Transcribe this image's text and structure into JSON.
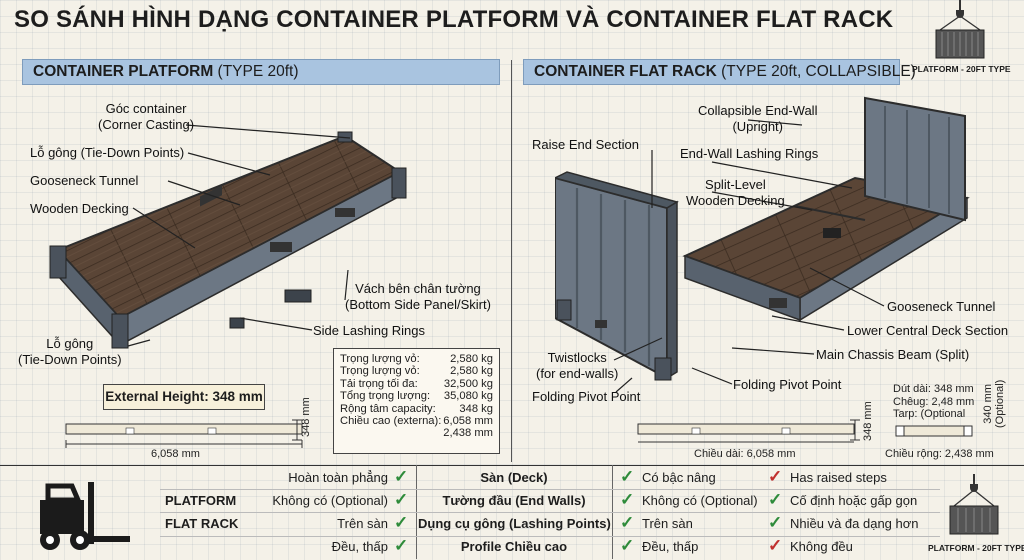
{
  "title": "SO SÁNH HÌNH DẠNG CONTAINER PLATFORM VÀ CONTAINER FLAT RACK",
  "platform": {
    "heading_bold": "CONTAINER PLATFORM",
    "heading_rest": " (TYPE 20ft)",
    "labels": {
      "corner": "Góc container\n(Corner Casting)",
      "tiedown_top": "Lỗ gông (Tie-Down Points)",
      "gooseneck": "Gooseneck Tunnel",
      "decking": "Wooden Decking",
      "skirt": "Vách bên chân tường\n(Bottom Side Panel/Skirt)",
      "side_rings": "Side Lashing Rings",
      "tiedown_bottom": "Lỗ gông\n(Tie-Down Points)"
    },
    "external_height": "External Height: 348 mm",
    "specs": [
      {
        "k": "Trọng lượng vỏ:",
        "v": "2,580 kg"
      },
      {
        "k": "Trọng lượng vỏ:",
        "v": "2,580 kg"
      },
      {
        "k": "Tải trọng tối đa:",
        "v": "32,500 kg"
      },
      {
        "k": "Tổng trọng lượng:",
        "v": "35,080 kg"
      },
      {
        "k": "Rộng tâm capacity:",
        "v": "348 kg"
      },
      {
        "k": "Chiều cao (externa):",
        "v": "6,058 mm"
      },
      {
        "k": "",
        "v": "2,438 mm"
      }
    ],
    "dim_length": "6,058 mm",
    "dim_height": "348 mm"
  },
  "flatrack": {
    "heading_bold": "CONTAINER FLAT RACK",
    "heading_rest": " (TYPE 20ft, COLLAPSIBLE)",
    "labels": {
      "collapsible": "Collapsible End-Wall\n(Upright)",
      "raise_end": "Raise End Section",
      "end_rings": "End-Wall Lashing Rings",
      "split_deck": "Split-Level\nWooden Decking",
      "gooseneck": "Gooseneck Tunnel",
      "lower_deck": "Lower Central Deck Section",
      "chassis": "Main Chassis Beam (Split)",
      "twistlocks": "Twistlocks\n(for end-walls)",
      "pivot_right": "Folding Pivot Point",
      "pivot_left": "Folding Pivot Point"
    },
    "dim_notes": "Dút dài: 348 mm\nChêug: 2,48 mm\nTarp: (Optional",
    "dim_vertical": "340 mm\n(Optional)",
    "dim_length": "Chiều dài: 6,058 mm",
    "dim_height": "348 mm",
    "dim_width": "Chiều rộng: 2,438 mm"
  },
  "badge_top": "PLATFORM - 20FT TYPE",
  "badge_bottom": "PLATFORM - 20FT TYPE",
  "table": {
    "row_labels": [
      "PLATFORM",
      "FLAT RACK"
    ],
    "features": [
      "Sàn (Deck)",
      "Tường đầu (End Walls)",
      "Dụng cụ gông (Lashing Points)",
      "Profile Chiều cao"
    ],
    "platform_values": [
      "Hoàn toàn phẳng",
      "Không có (Optional)",
      "Trên sàn",
      "Đều, thấp"
    ],
    "flatrack_ok": [
      "Có bậc nâng",
      "Không có (Optional)",
      "Trên sàn",
      "Đều, thấp"
    ],
    "flatrack_cmp": [
      "Has raised steps",
      "Cố định hoặc gấp gọn",
      "Nhiều và đa dạng hơn",
      "Không đều"
    ],
    "check": "✓",
    "cross": "✓"
  },
  "colors": {
    "header_blue": "#a9c4e0",
    "wood": "#5a4536",
    "steel": "#6c7784",
    "check_green": "#2e8b3a",
    "check_red": "#c0302e"
  }
}
